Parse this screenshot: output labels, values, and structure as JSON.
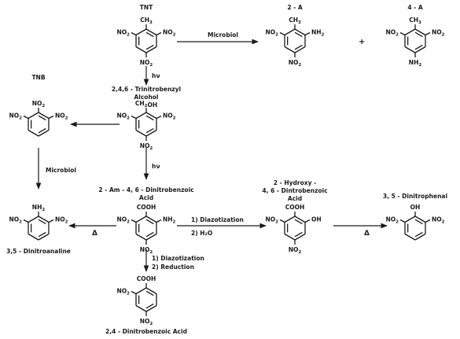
{
  "compounds": [
    {
      "id": "tnt",
      "label": "TNT",
      "top": "CH3",
      "left": "NO2",
      "right": "NO2",
      "bottom": "NO2"
    },
    {
      "id": "2a",
      "label": "2 - A",
      "top": "CH3",
      "left": "NO2",
      "right": "NH2",
      "bottom": "NO2"
    },
    {
      "id": "4a",
      "label": "4 - A",
      "top": "CH3",
      "left": "NO2",
      "right": "NO2",
      "bottom": "NH2"
    },
    {
      "id": "tnba",
      "name_lines": [
        "2,4,6 - Trinitrobenzyl",
        "Alcohol"
      ],
      "top": "CH2OH",
      "left": "NO2",
      "right": "NO2",
      "bottom": "NO2"
    },
    {
      "id": "tnb",
      "label": "TNB",
      "top": "NO2",
      "left": "NO2",
      "right": "NO2",
      "bottom": ""
    },
    {
      "id": "amdnba",
      "name_lines": [
        "2 - Am - 4, 6 - Dinitrobenzoic",
        "Acid"
      ],
      "top": "COOH",
      "left": "NO2",
      "right": "NH2",
      "bottom": "NO2"
    },
    {
      "id": "dna",
      "name_lines": [
        "3,5 - Dinitroanaline"
      ],
      "top": "NH2",
      "left": "NO2",
      "right": "NO2",
      "bottom": ""
    },
    {
      "id": "hdnba",
      "name_lines": [
        "2 - Hydroxy -",
        "4, 6 - Dintrobenzoic",
        "Acid"
      ],
      "top": "COOH",
      "left": "NO2",
      "right": "OH",
      "bottom": "NO2"
    },
    {
      "id": "dnp",
      "name_lines": [
        "3, 5 - Dinitrophenal"
      ],
      "top": "OH",
      "left": "NO2",
      "right": "NO2",
      "bottom": ""
    },
    {
      "id": "dnba",
      "name_lines": [
        "2,4 - Dinitrobenzoic Acid"
      ],
      "top": "COOH",
      "left": "NO2",
      "right": "",
      "bottom": "NO2"
    }
  ],
  "plus_sign": "+",
  "reactions": [
    {
      "id": "tnt-to-2a",
      "labels": [
        "Microbiol"
      ]
    },
    {
      "id": "tnt-to-tnba",
      "labels": [
        "hν"
      ]
    },
    {
      "id": "tnba-to-tnb",
      "labels": []
    },
    {
      "id": "tnba-to-amdnba",
      "labels": [
        "hν"
      ]
    },
    {
      "id": "tnb-to-dna",
      "labels": [
        "Microbiol"
      ]
    },
    {
      "id": "amdnba-to-dna",
      "labels": [
        "Δ"
      ]
    },
    {
      "id": "amdnba-to-hdnba",
      "labels": [
        "1) Diazotization",
        "2) H₂O"
      ]
    },
    {
      "id": "hdnba-to-dnp",
      "labels": [
        "Δ"
      ]
    },
    {
      "id": "amdnba-to-dnba",
      "labels": [
        "1) Diazotization",
        "2) Reduction"
      ]
    }
  ]
}
